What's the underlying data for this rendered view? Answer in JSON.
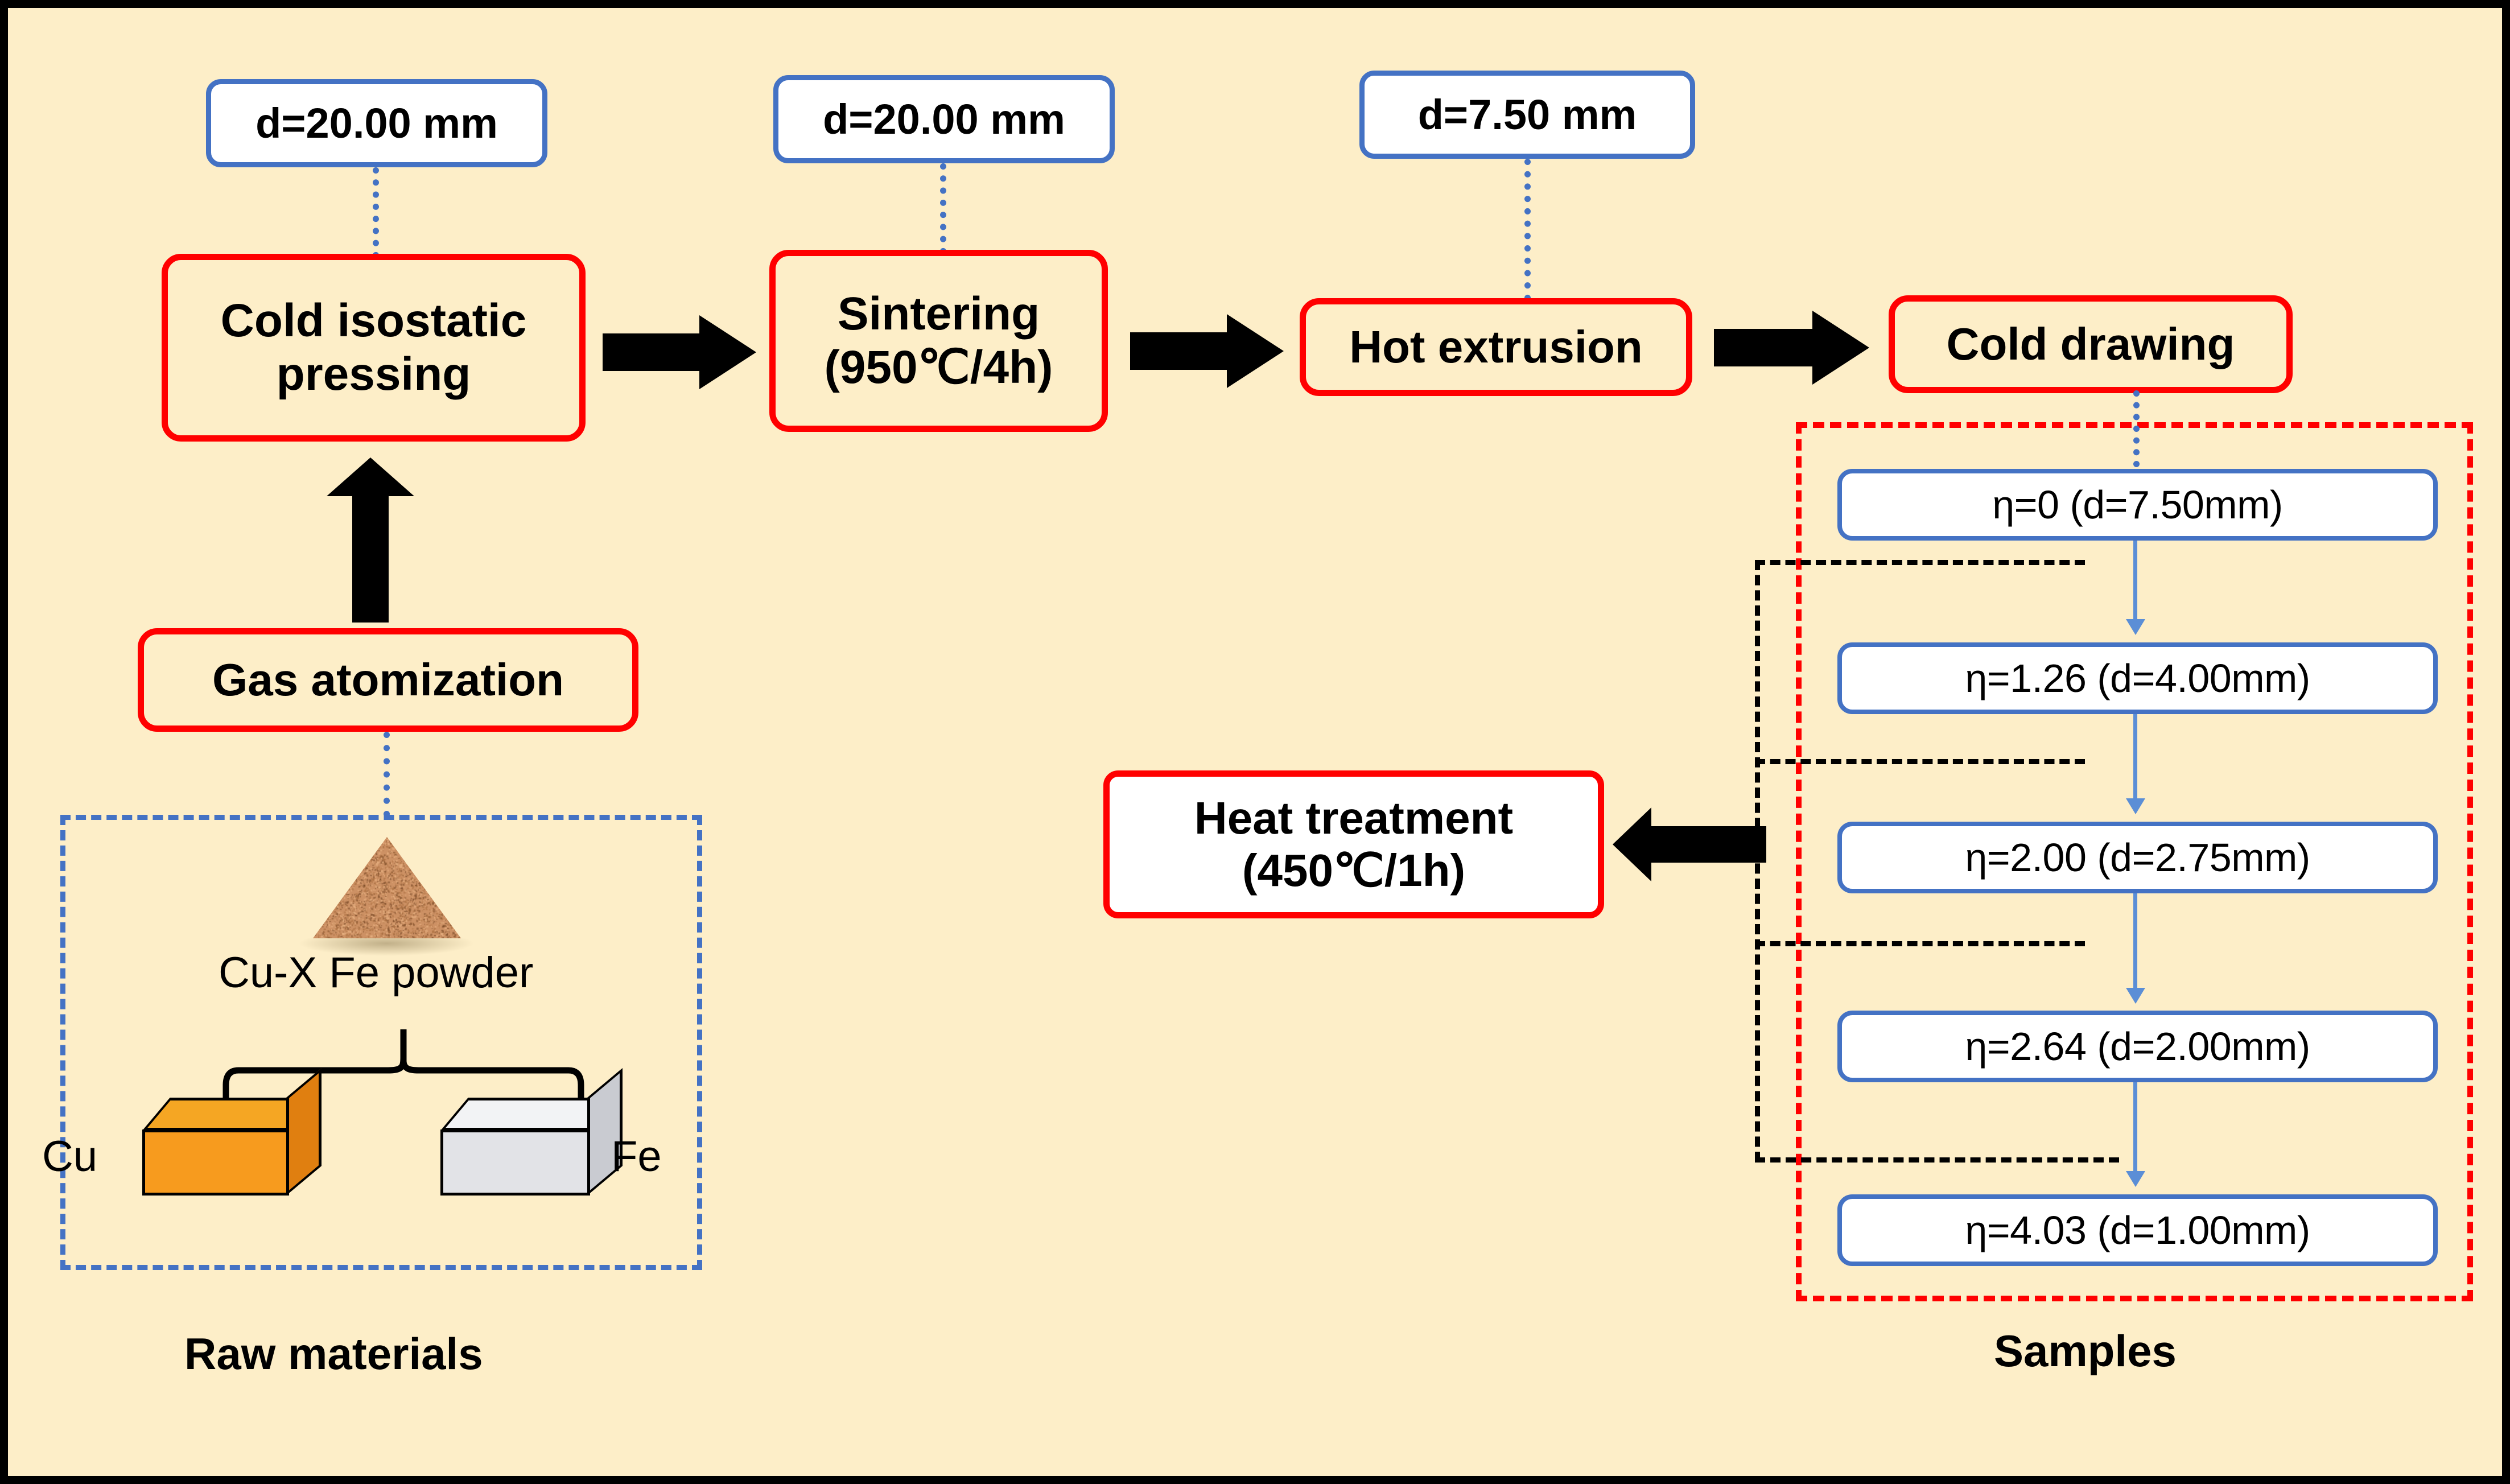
{
  "diagram": {
    "title_bottom_left": "Raw materials",
    "title_bottom_right": "Samples"
  },
  "dimension_labels": [
    {
      "id": "dim-cip",
      "text": "d=20.00 mm"
    },
    {
      "id": "dim-sint",
      "text": "d=20.00 mm"
    },
    {
      "id": "dim-hex",
      "text": "d=7.50 mm"
    }
  ],
  "process_steps": [
    {
      "id": "gas-atomization",
      "line1": "Gas atomization",
      "line2": ""
    },
    {
      "id": "cold-isostatic-press",
      "line1": "Cold isostatic",
      "line2": "pressing"
    },
    {
      "id": "sintering",
      "line1": "Sintering",
      "line2": "(950℃/4h)"
    },
    {
      "id": "hot-extrusion",
      "line1": "Hot extrusion",
      "line2": ""
    },
    {
      "id": "cold-drawing",
      "line1": "Cold drawing",
      "line2": ""
    },
    {
      "id": "heat-treatment",
      "line1": "Heat treatment",
      "line2": "(450℃/1h)"
    }
  ],
  "samples": [
    {
      "id": "sample-eta-0",
      "text": "η=0 (d=7.50mm)"
    },
    {
      "id": "sample-eta-126",
      "text": "η=1.26 (d=4.00mm)"
    },
    {
      "id": "sample-eta-200",
      "text": "η=2.00 (d=2.75mm)"
    },
    {
      "id": "sample-eta-264",
      "text": "η=2.64 (d=2.00mm)"
    },
    {
      "id": "sample-eta-403",
      "text": "η=4.03 (d=1.00mm)"
    }
  ],
  "raw_materials": {
    "powder_label": "Cu-X Fe powder",
    "cu_label": "Cu",
    "fe_label": "Fe"
  },
  "colors": {
    "background": "#fdeec8",
    "frame": "#000000",
    "process_border": "#ff0000",
    "label_border": "#4472c4",
    "sample_arrow": "#5b8ed6",
    "cu_brick": "#f79b1e",
    "fe_brick": "#e2e3e7",
    "powder": "#cd9164"
  }
}
